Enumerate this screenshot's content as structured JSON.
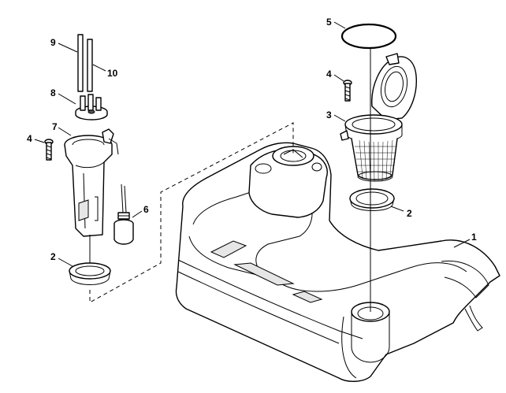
{
  "callouts": {
    "c1": "1",
    "c2a": "2",
    "c2b": "2",
    "c3": "3",
    "c4a": "4",
    "c4b": "4",
    "c5": "5",
    "c6": "6",
    "c7": "7",
    "c8": "8",
    "c9": "9",
    "c10": "10"
  }
}
